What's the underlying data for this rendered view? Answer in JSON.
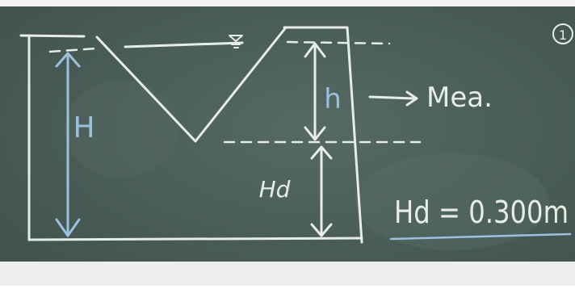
{
  "board": {
    "background": "#4a5e56",
    "chalk_color": "#e8ece6",
    "blue_chalk_color": "#9cc0e0"
  },
  "labels": {
    "page_number": "1",
    "head_label": "H",
    "notch_height_label": "h",
    "notch_arrow_note": "Mea.",
    "crest_height_label": "Hd",
    "crest_height_equation": "Hd = 0.300m"
  }
}
